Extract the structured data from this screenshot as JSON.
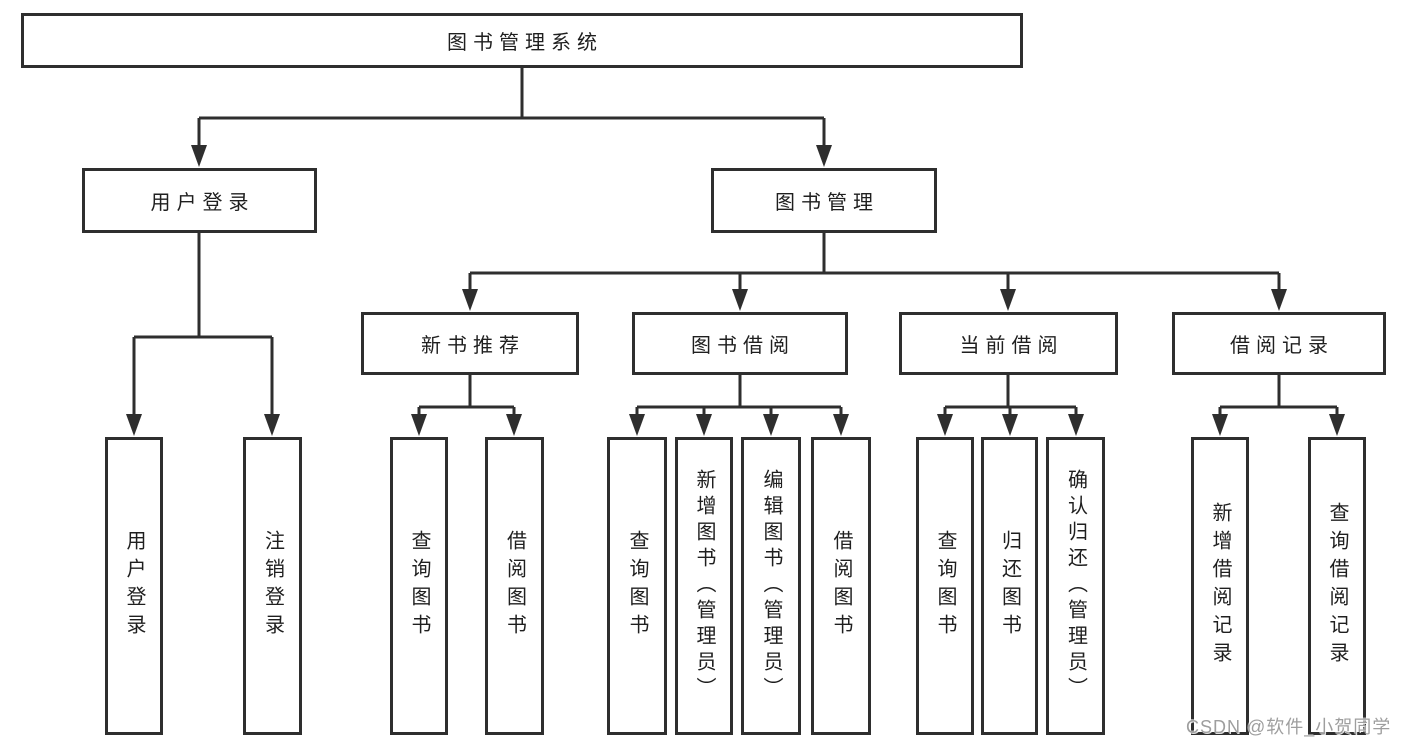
{
  "tree": {
    "root": "图书管理系统",
    "branches": [
      {
        "label": "用户登录",
        "children": [
          "用户登录",
          "注销登录"
        ]
      },
      {
        "label": "图书管理",
        "sections": [
          {
            "label": "新书推荐",
            "children": [
              "查询图书",
              "借阅图书"
            ]
          },
          {
            "label": "图书借阅",
            "children": [
              "查询图书",
              "新增图书（管理员）",
              "编辑图书（管理员）",
              "借阅图书"
            ]
          },
          {
            "label": "当前借阅",
            "children": [
              "查询图书",
              "归还图书",
              "确认归还（管理员）"
            ]
          },
          {
            "label": "借阅记录",
            "children": [
              "新增借阅记录",
              "查询借阅记录"
            ]
          }
        ]
      }
    ]
  },
  "watermark": {
    "text": "CSDN @软件_小贺同学"
  },
  "colors": {
    "line": "#2e2e2e",
    "text": "#1f1f1f",
    "background": "#ffffff",
    "watermark": "#9e9e9e"
  }
}
